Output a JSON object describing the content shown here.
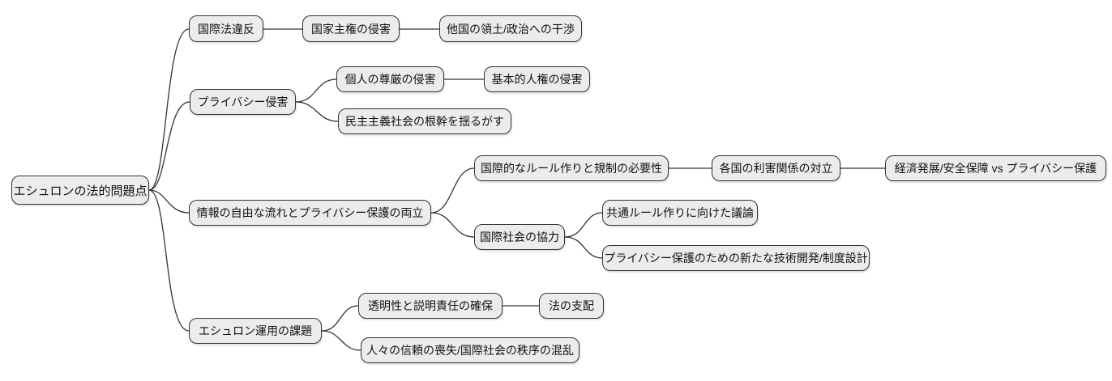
{
  "diagram_type": "mindmap",
  "colors": {
    "background": "#ffffff",
    "node_fill": "#ececec",
    "node_border": "#333333",
    "edge": "#333333",
    "text": "#111111"
  },
  "mindmap": {
    "root": {
      "label": "エシュロンの法的問題点",
      "children": [
        {
          "label": "国際法違反",
          "children": [
            {
              "label": "国家主権の侵害",
              "children": [
                {
                  "label": "他国の領土/政治への干渉"
                }
              ]
            }
          ]
        },
        {
          "label": "プライバシー侵害",
          "children": [
            {
              "label": "個人の尊厳の侵害",
              "children": [
                {
                  "label": "基本的人権の侵害"
                }
              ]
            },
            {
              "label": "民主主義社会の根幹を揺るがす"
            }
          ]
        },
        {
          "label": "情報の自由な流れとプライバシー保護の両立",
          "children": [
            {
              "label": "国際的なルール作りと規制の必要性",
              "children": [
                {
                  "label": "各国の利害関係の対立",
                  "children": [
                    {
                      "label": "経済発展/安全保障 vs プライバシー保護"
                    }
                  ]
                }
              ]
            },
            {
              "label": "国際社会の協力",
              "children": [
                {
                  "label": "共通ルール作りに向けた議論"
                },
                {
                  "label": "プライバシー保護のための新たな技術開発/制度設計"
                }
              ]
            }
          ]
        },
        {
          "label": "エシュロン運用の課題",
          "children": [
            {
              "label": "透明性と説明責任の確保",
              "children": [
                {
                  "label": "法の支配"
                }
              ]
            },
            {
              "label": "人々の信頼の喪失/国際社会の秩序の混乱"
            }
          ]
        }
      ]
    }
  }
}
